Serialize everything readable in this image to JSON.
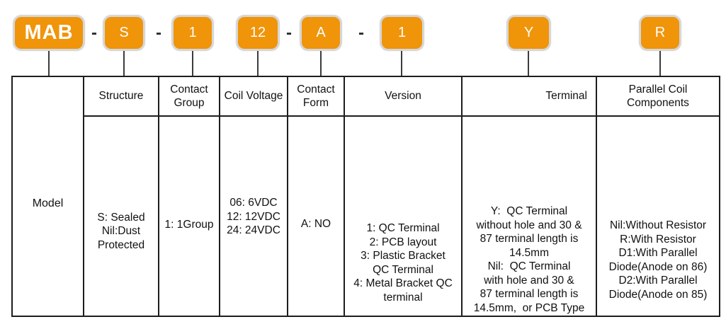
{
  "title": "MAB relay ordering information diagram",
  "colors": {
    "badge_bg": "#F0940A",
    "badge_border": "#D7D7D7",
    "badge_text": "#FFFFFF",
    "separator_text": "#2B2B2B",
    "connector_line": "#3C3C3C",
    "table_border": "#1D1D1D",
    "text": "#111111",
    "background": "#FFFFFF"
  },
  "part_code": {
    "separator": "-",
    "segments": [
      {
        "code": "MAB",
        "field": "Model"
      },
      {
        "code": "S",
        "field": "Structure"
      },
      {
        "code": "1",
        "field": "Contact Group"
      },
      {
        "code": "12",
        "field": "Coil Voltage"
      },
      {
        "code": "A",
        "field": "Contact Form"
      },
      {
        "code": "1",
        "field": "Version"
      },
      {
        "code": "Y",
        "field": "Terminal"
      },
      {
        "code": "R",
        "field": "Parallel Coil Components"
      }
    ]
  },
  "table": {
    "columns": [
      {
        "header": "",
        "lines": [
          "Model"
        ]
      },
      {
        "header": "Structure",
        "lines": [
          "S: Sealed",
          "Nil:Dust",
          "Protected"
        ]
      },
      {
        "header": "Contact Group",
        "lines": [
          "1: 1Group"
        ]
      },
      {
        "header": "Coil Voltage",
        "lines": [
          "06: 6VDC",
          "12: 12VDC",
          "24: 24VDC"
        ]
      },
      {
        "header": "Contact Form",
        "lines": [
          "A: NO"
        ]
      },
      {
        "header": "Version",
        "lines": [
          "1: QC Terminal",
          "2: PCB layout",
          "3: Plastic Bracket",
          "QC Terminal",
          "4: Metal Bracket QC",
          "terminal"
        ]
      },
      {
        "header": "Terminal",
        "lines": [
          "Y:  QC Terminal",
          "without hole and 30 &",
          "87 terminal length is",
          "14.5mm",
          "Nil:  QC Terminal",
          "with hole and 30 &",
          "87 terminal length is",
          "14.5mm,  or PCB Type"
        ]
      },
      {
        "header": "Parallel Coil Components",
        "lines": [
          "Nil:Without Resistor",
          "R:With Resistor",
          "D1:With Parallel",
          "Diode(Anode on 86)",
          "D2:With Parallel",
          "Diode(Anode on 85)"
        ]
      }
    ]
  }
}
